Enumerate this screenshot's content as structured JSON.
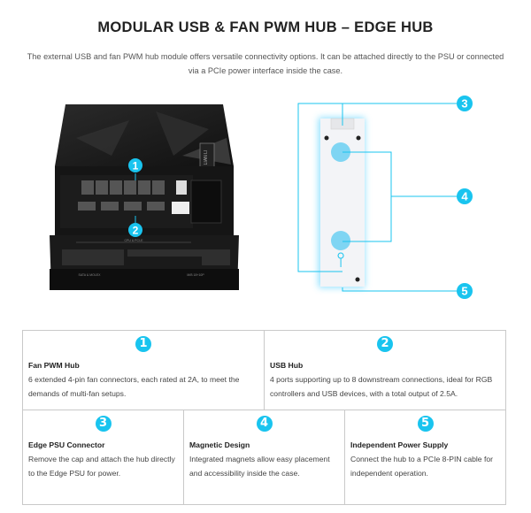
{
  "header": {
    "title": "MODULAR USB & FAN PWM HUB – EDGE HUB",
    "description": "The external USB and fan PWM hub module offers versatile connectivity options. It can be attached directly to the PSU or connected via a PCIe power interface inside the case."
  },
  "psu_image": {
    "callouts": [
      "1",
      "2"
    ],
    "labels": {
      "top": "CPU & PCI-E",
      "left": "SATA & MOLEX",
      "right": "M/B 18+10P",
      "brand": "LIAN LI"
    }
  },
  "hub_image": {
    "callouts": [
      "3",
      "4",
      "5"
    ]
  },
  "accent_color": "#19c4ef",
  "features": [
    {
      "number": "1",
      "title": "Fan PWM Hub",
      "text": "6 extended 4-pin fan connectors, each rated at 2A, to meet the demands of multi-fan setups."
    },
    {
      "number": "2",
      "title": "USB Hub",
      "text": "4 ports supporting up to 8 downstream connections, ideal for RGB controllers and USB devices, with a total output of 2.5A."
    },
    {
      "number": "3",
      "title": "Edge PSU Connector",
      "text": "Remove the cap and attach the hub directly to the Edge PSU for power."
    },
    {
      "number": "4",
      "title": "Magnetic Design",
      "text": "Integrated magnets allow easy placement and accessibility inside the case."
    },
    {
      "number": "5",
      "title": "Independent Power Supply",
      "text": "Connect the hub to a PCIe 8-PIN cable for independent operation."
    }
  ]
}
